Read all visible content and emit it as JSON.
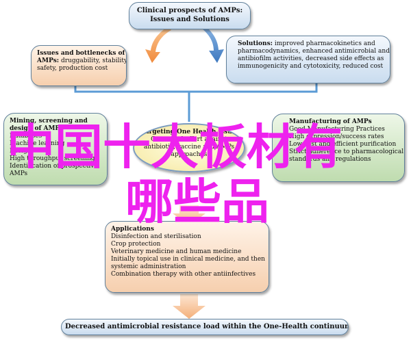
{
  "top_box": {
    "line1": "Clinical prospects of AMPs:",
    "line2": "Issues and Solutions"
  },
  "issues": {
    "title": "Issues and bottlenecks of",
    "title2": "AMPs:",
    "rest": " druggability, stability,",
    "line3": "safety, production cost"
  },
  "solutions": {
    "title": "Solutions:",
    "line1_rest": " improved pharmacokinetics and",
    "line2": "pharmacodynamics, enhanced antimicrobial and",
    "line3": "antibiofilm activities, decreased side effects as",
    "line4": "immunogenicity and cytotoxicity, reduced cost"
  },
  "mining": {
    "title1": "Mining, screening and",
    "title2": "design of AMPs",
    "lines": [
      "Databases",
      "Machine learning",
      "Design",
      "High throughput screening",
      "Identification of prospective",
      "AMPs"
    ]
  },
  "onehealth": {
    "title": "Targeting One Health issues",
    "lines": [
      "Concerted effort against",
      "antibiotic, vaccine and AMPs",
      "approaches"
    ]
  },
  "manufacturing": {
    "title": "Manufacturing of AMPs",
    "lines": [
      "Good Manufacturing Practices",
      "High expression/success rates",
      "Low cost and efficient purification",
      "Strict adherence to pharmacological",
      "standards and regulations"
    ]
  },
  "applications": {
    "title": "Applications",
    "lines": [
      "Disinfection and sterilisation",
      "Crop protection",
      "Veterinary medicine and human medicine",
      "Initially topical use in clinical medicine, and then",
      "systemic administration",
      "Combination therapy with other antiinfectives"
    ]
  },
  "bottom": {
    "text": "Decreased antimicrobial resistance load within the One-Health continuum"
  },
  "watermark": {
    "line1": "中国十大板材有",
    "line2": "哪些品"
  },
  "colors": {
    "arrow_orange": "#f39a4d",
    "arrow_blue": "#4a86c8",
    "bracket": "#5b9bd5",
    "watermark": "#ee22ee"
  }
}
